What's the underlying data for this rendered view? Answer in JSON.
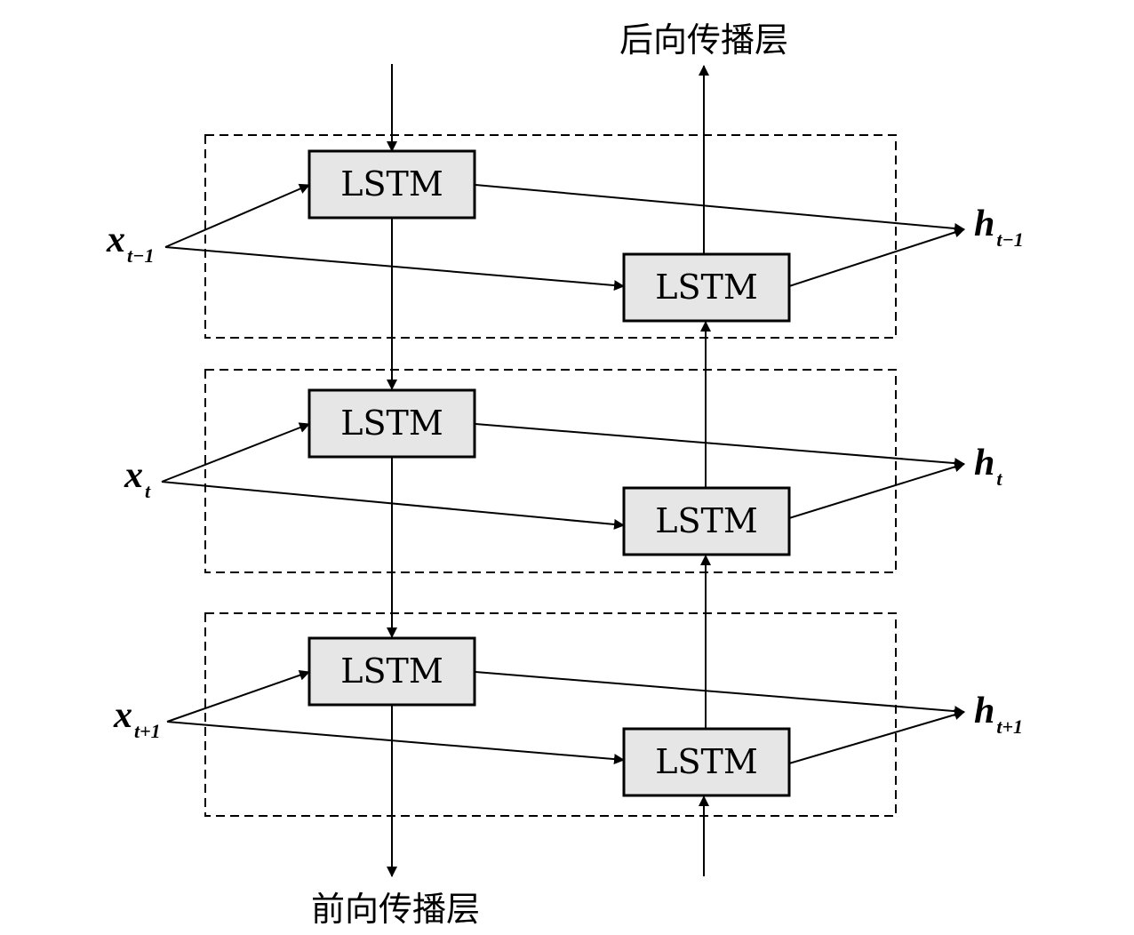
{
  "top_label": "后向传播层",
  "bottom_label": "前向传播层",
  "block_label": "LSTM",
  "rows": [
    {
      "input": {
        "base": "x",
        "sub": "t−1"
      },
      "output": {
        "base": "h",
        "sub": "t−1"
      },
      "forward_cell": "LSTM",
      "backward_cell": "LSTM"
    },
    {
      "input": {
        "base": "x",
        "sub": "t"
      },
      "output": {
        "base": "h",
        "sub": "t"
      },
      "forward_cell": "LSTM",
      "backward_cell": "LSTM"
    },
    {
      "input": {
        "base": "x",
        "sub": "t+1"
      },
      "output": {
        "base": "h",
        "sub": "t+1"
      },
      "forward_cell": "LSTM",
      "backward_cell": "LSTM"
    }
  ]
}
